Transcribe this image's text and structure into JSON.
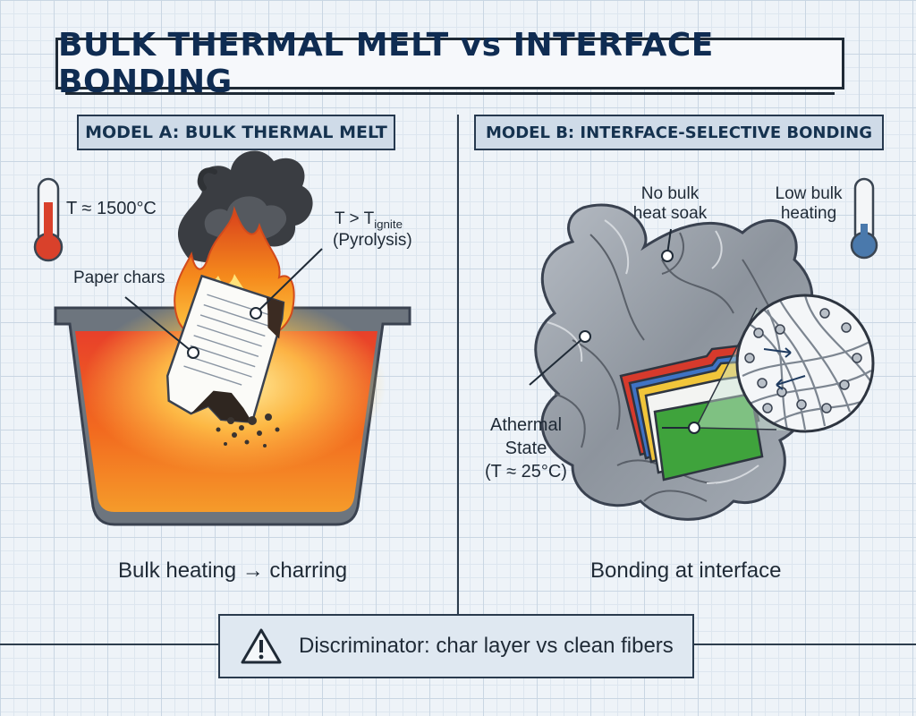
{
  "title": "BULK THERMAL MELT vs INTERFACE BONDING",
  "model_a": {
    "label": "MODEL A: BULK THERMAL MELT",
    "temperature": "T ≈ 1500°C",
    "ignite_prefix": "T > T",
    "ignite_sub": "ignite",
    "pyrolysis": "(Pyrolysis)",
    "paper_chars": "Paper chars",
    "caption": "Bulk heating → charring"
  },
  "model_b": {
    "label": "MODEL B: INTERFACE-SELECTIVE BONDING",
    "no_bulk_1": "No bulk",
    "no_bulk_2": "heat soak",
    "low_bulk_1": "Low bulk",
    "low_bulk_2": "heating",
    "athermal_1": "Athermal",
    "athermal_2": "State",
    "athermal_3": "(T ≈ 25°C)",
    "caption": "Bonding at interface"
  },
  "discriminator": "Discriminator: char layer vs clean fibers",
  "icons": [
    "thermometer-hot-icon",
    "thermometer-cool-icon",
    "warning-icon"
  ],
  "colors": {
    "title": "#0f2c52",
    "molten": "#f05a1e",
    "hot": "#d9412b",
    "cool": "#4a79ac",
    "folder_green": "#3fa33c"
  }
}
